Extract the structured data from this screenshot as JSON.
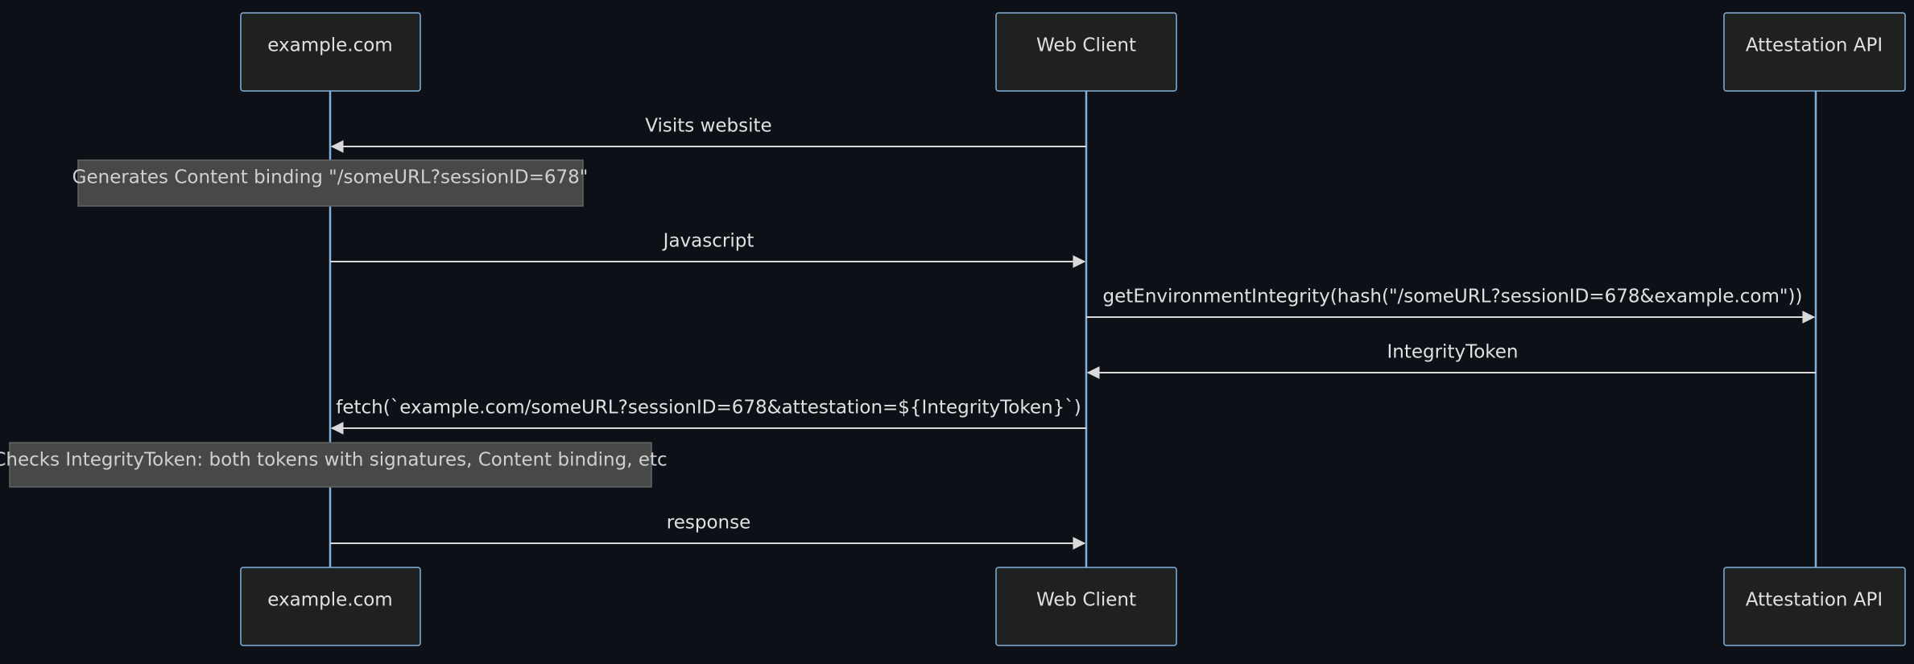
{
  "participants": [
    {
      "id": "site",
      "label": "example.com"
    },
    {
      "id": "client",
      "label": "Web Client"
    },
    {
      "id": "api",
      "label": "Attestation API"
    }
  ],
  "messages": [
    {
      "from": "client",
      "to": "site",
      "label": "Visits website"
    },
    {
      "from": "site",
      "to": "client",
      "label": "Javascript"
    },
    {
      "from": "client",
      "to": "api",
      "label": "getEnvironmentIntegrity(hash(\"/someURL?sessionID=678&example.com\"))"
    },
    {
      "from": "api",
      "to": "client",
      "label": "IntegrityToken"
    },
    {
      "from": "client",
      "to": "site",
      "label": "fetch(`example.com/someURL?sessionID=678&attestation=${IntegrityToken}`)"
    },
    {
      "from": "site",
      "to": "client",
      "label": "response"
    }
  ],
  "notes": [
    {
      "over": "site",
      "label": "Generates Content binding \"/someURL?sessionID=678\""
    },
    {
      "over": "site",
      "label": "Checks IntegrityToken: both tokens with signatures, Content binding, etc"
    }
  ],
  "colors": {
    "background": "#0d1117",
    "actor_fill": "#1f2020",
    "actor_border": "#81b1db",
    "lifeline": "#81b1db",
    "message_line": "#d9d9d9",
    "note_fill": "#474949",
    "text": "#e0e0e0"
  }
}
